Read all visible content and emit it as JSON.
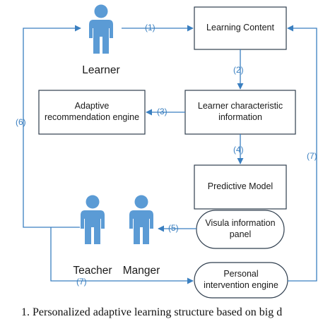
{
  "nodes": {
    "learning_content": "Learning Content",
    "learner_info": "Learner characteristic information",
    "adaptive_engine": "Adaptive recommendation engine",
    "predictive_model": "Predictive Model",
    "info_panel": "Visula information panel",
    "intervention_engine": "Personal intervention engine"
  },
  "actors": {
    "learner": "Learner",
    "teacher": "Teacher",
    "manager": "Manger"
  },
  "steps": {
    "s1": "(1)",
    "s2": "(2)",
    "s3": "(3)",
    "s4": "(4)",
    "s5": "(5)",
    "s6": "(6)",
    "s7a": "(7)",
    "s7b": "(7)"
  },
  "caption": "1.  Personalized adaptive learning structure based on big d",
  "colors": {
    "person": "#5b9bd5",
    "arrow": "#3a7fc0",
    "box_border": "#2f3e4e"
  }
}
